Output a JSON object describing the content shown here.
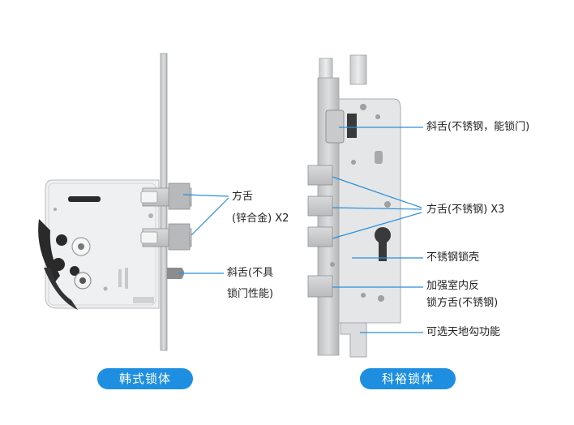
{
  "left_lock": {
    "pill": "韩式锁体",
    "annotations": {
      "square_bolt_line1": "方舌",
      "square_bolt_line2": "(锌合金) X2",
      "latch_line1": "斜舌(不具",
      "latch_line2": "锁门性能)"
    }
  },
  "right_lock": {
    "pill": "科裕锁体",
    "annotations": {
      "latch": "斜舌(不锈钢，能锁门)",
      "square_bolts": "方舌(不锈钢) X3",
      "housing": "不锈钢锁壳",
      "reinforced_line1": "加强室内反",
      "reinforced_line2": "锁方舌(不锈钢)",
      "hook": "可选天地勾功能"
    }
  },
  "colors": {
    "pill_bg": "#1e8fe0",
    "leader_line": "#2a8fd8",
    "text": "#222222"
  }
}
